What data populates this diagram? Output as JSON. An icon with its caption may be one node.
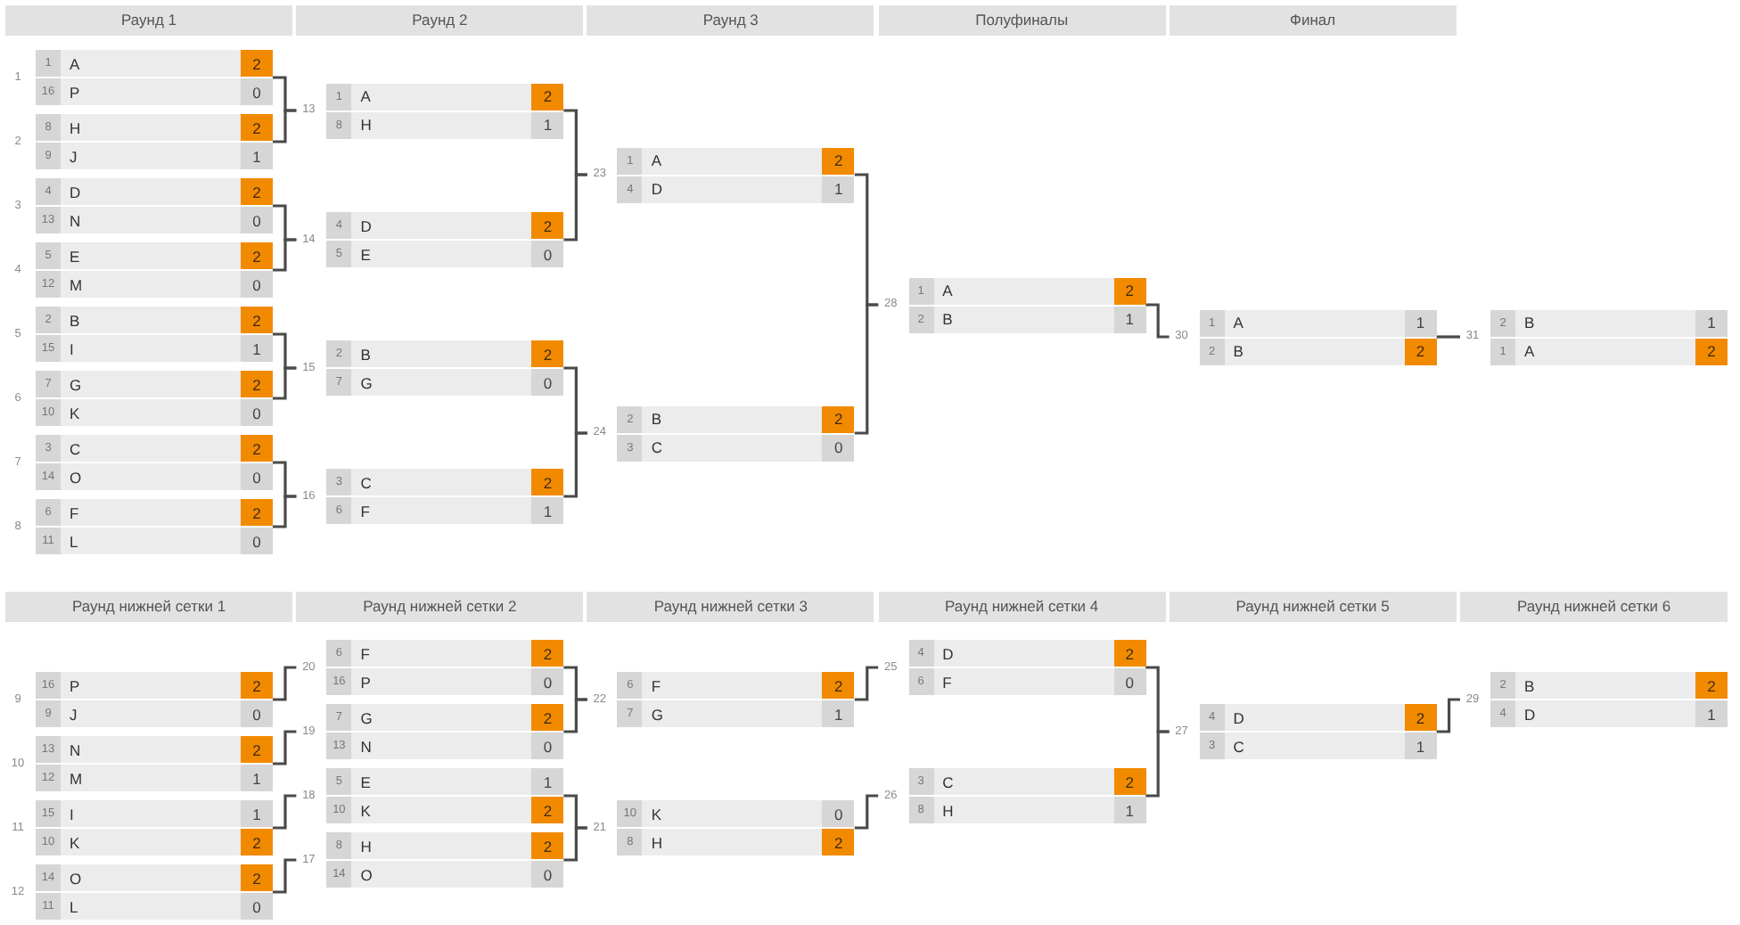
{
  "diagram": {
    "nodes": [
      {
        "text": [
          "Раунд 1"
        ]
      },
      {
        "text": [
          "Раунд 2"
        ]
      },
      {
        "text": [
          "Раунд 3"
        ]
      },
      {
        "text": [
          "Полуфиналы"
        ]
      },
      {
        "text": [
          "Финал"
        ]
      },
      {
        "text": [
          "1",
          "A",
          "2",
          "16",
          "P",
          "0"
        ],
        "beside": [
          "1"
        ]
      },
      {
        "text": [
          "8",
          "H",
          "2",
          "9",
          "J",
          "1"
        ],
        "beside": [
          "2"
        ]
      },
      {
        "text": [
          "4",
          "D",
          "2",
          "13",
          "N",
          "0"
        ],
        "beside": [
          "3"
        ]
      },
      {
        "text": [
          "5",
          "E",
          "2",
          "12",
          "M",
          "0"
        ],
        "beside": [
          "4"
        ]
      },
      {
        "text": [
          "2",
          "B",
          "2",
          "15",
          "I",
          "1"
        ],
        "beside": [
          "5"
        ]
      },
      {
        "text": [
          "7",
          "G",
          "2",
          "10",
          "K",
          "0"
        ],
        "beside": [
          "6"
        ]
      },
      {
        "text": [
          "3",
          "C",
          "2",
          "14",
          "O",
          "0"
        ],
        "beside": [
          "7"
        ]
      },
      {
        "text": [
          "6",
          "F",
          "2",
          "11",
          "L",
          "0"
        ],
        "beside": [
          "8"
        ]
      },
      {
        "text": [
          "1",
          "A",
          "2",
          "8",
          "H",
          "1"
        ],
        "beside": [
          "13"
        ]
      },
      {
        "text": [
          "4",
          "D",
          "2",
          "5",
          "E",
          "0"
        ],
        "beside": [
          "14"
        ]
      },
      {
        "text": [
          "2",
          "B",
          "2",
          "7",
          "G",
          "0"
        ],
        "beside": [
          "15"
        ]
      },
      {
        "text": [
          "3",
          "C",
          "2",
          "6",
          "F",
          "1"
        ],
        "beside": [
          "16"
        ]
      },
      {
        "text": [
          "1",
          "A",
          "2",
          "4",
          "D",
          "1"
        ],
        "beside": [
          "23"
        ]
      },
      {
        "text": [
          "2",
          "B",
          "2",
          "3",
          "C",
          "0"
        ],
        "beside": [
          "24"
        ]
      },
      {
        "text": [
          "1",
          "A",
          "2",
          "2",
          "B",
          "1"
        ],
        "beside": [
          "28"
        ]
      },
      {
        "text": [
          "1",
          "A",
          "1",
          "2",
          "B",
          "2"
        ],
        "beside": [
          "30"
        ]
      },
      {
        "text": [
          "2",
          "B",
          "1",
          "1",
          "A",
          "2"
        ],
        "beside": [
          "31"
        ]
      },
      {
        "text": [
          "Раунд нижней сетки 1"
        ]
      },
      {
        "text": [
          "Раунд нижней сетки 2"
        ]
      },
      {
        "text": [
          "Раунд нижней сетки 3"
        ]
      },
      {
        "text": [
          "Раунд нижней сетки 4"
        ]
      },
      {
        "text": [
          "Раунд нижней сетки 5"
        ]
      },
      {
        "text": [
          "Раунд нижней сетки 6"
        ]
      },
      {
        "text": [
          "16",
          "P",
          "2",
          "9",
          "J",
          "0"
        ],
        "beside": [
          "9"
        ]
      },
      {
        "text": [
          "13",
          "N",
          "2",
          "12",
          "M",
          "1"
        ],
        "beside": [
          "10"
        ]
      },
      {
        "text": [
          "15",
          "I",
          "1",
          "10",
          "K",
          "2"
        ],
        "beside": [
          "11"
        ]
      },
      {
        "text": [
          "14",
          "O",
          "2",
          "11",
          "L",
          "0"
        ],
        "beside": [
          "12"
        ]
      },
      {
        "text": [
          "6",
          "F",
          "2",
          "16",
          "P",
          "0"
        ],
        "beside": [
          "20"
        ]
      },
      {
        "text": [
          "7",
          "G",
          "2",
          "13",
          "N",
          "0"
        ],
        "beside": [
          "19"
        ]
      },
      {
        "text": [
          "5",
          "E",
          "1",
          "10",
          "K",
          "2"
        ],
        "beside": [
          "18"
        ]
      },
      {
        "text": [
          "8",
          "H",
          "2",
          "14",
          "O",
          "0"
        ],
        "beside": [
          "17"
        ]
      },
      {
        "text": [
          "6",
          "F",
          "2",
          "7",
          "G",
          "1"
        ],
        "beside": [
          "22"
        ]
      },
      {
        "text": [
          "10",
          "K",
          "0",
          "8",
          "H",
          "2"
        ],
        "beside": [
          "21"
        ]
      },
      {
        "text": [
          "4",
          "D",
          "2",
          "6",
          "F",
          "0"
        ],
        "beside": [
          "25"
        ]
      },
      {
        "text": [
          "3",
          "C",
          "2",
          "8",
          "H",
          "1"
        ],
        "beside": [
          "26"
        ]
      },
      {
        "text": [
          "4",
          "D",
          "2",
          "3",
          "C",
          "1"
        ],
        "beside": [
          "27"
        ]
      },
      {
        "text": [
          "2",
          "B",
          "2",
          "4",
          "D",
          "1"
        ],
        "beside": [
          "29"
        ]
      }
    ],
    "edges": [
      {
        "from": 5,
        "to": 13,
        "arrow": "none"
      },
      {
        "from": 6,
        "to": 13,
        "arrow": "none"
      },
      {
        "from": 7,
        "to": 14,
        "arrow": "none"
      },
      {
        "from": 8,
        "to": 14,
        "arrow": "none"
      },
      {
        "from": 9,
        "to": 15,
        "arrow": "none"
      },
      {
        "from": 10,
        "to": 15,
        "arrow": "none"
      },
      {
        "from": 11,
        "to": 16,
        "arrow": "none"
      },
      {
        "from": 12,
        "to": 16,
        "arrow": "none"
      },
      {
        "from": 13,
        "to": 17,
        "arrow": "none"
      },
      {
        "from": 14,
        "to": 17,
        "arrow": "none"
      },
      {
        "from": 15,
        "to": 18,
        "arrow": "none"
      },
      {
        "from": 16,
        "to": 18,
        "arrow": "none"
      },
      {
        "from": 17,
        "to": 19,
        "arrow": "none"
      },
      {
        "from": 18,
        "to": 19,
        "arrow": "none"
      },
      {
        "from": 19,
        "to": 20,
        "arrow": "none"
      },
      {
        "from": 20,
        "to": 21,
        "arrow": "none"
      },
      {
        "from": 28,
        "to": 32,
        "arrow": "none"
      },
      {
        "from": 29,
        "to": 33,
        "arrow": "none"
      },
      {
        "from": 30,
        "to": 34,
        "arrow": "none"
      },
      {
        "from": 31,
        "to": 35,
        "arrow": "none"
      },
      {
        "from": 32,
        "to": 36,
        "arrow": "none"
      },
      {
        "from": 33,
        "to": 36,
        "arrow": "none"
      },
      {
        "from": 34,
        "to": 37,
        "arrow": "none"
      },
      {
        "from": 35,
        "to": 37,
        "arrow": "none"
      },
      {
        "from": 36,
        "to": 38,
        "arrow": "none"
      },
      {
        "from": 37,
        "to": 39,
        "arrow": "none"
      },
      {
        "from": 38,
        "to": 40,
        "arrow": "none"
      },
      {
        "from": 39,
        "to": 40,
        "arrow": "none"
      },
      {
        "from": 40,
        "to": 41,
        "arrow": "none"
      }
    ]
  }
}
